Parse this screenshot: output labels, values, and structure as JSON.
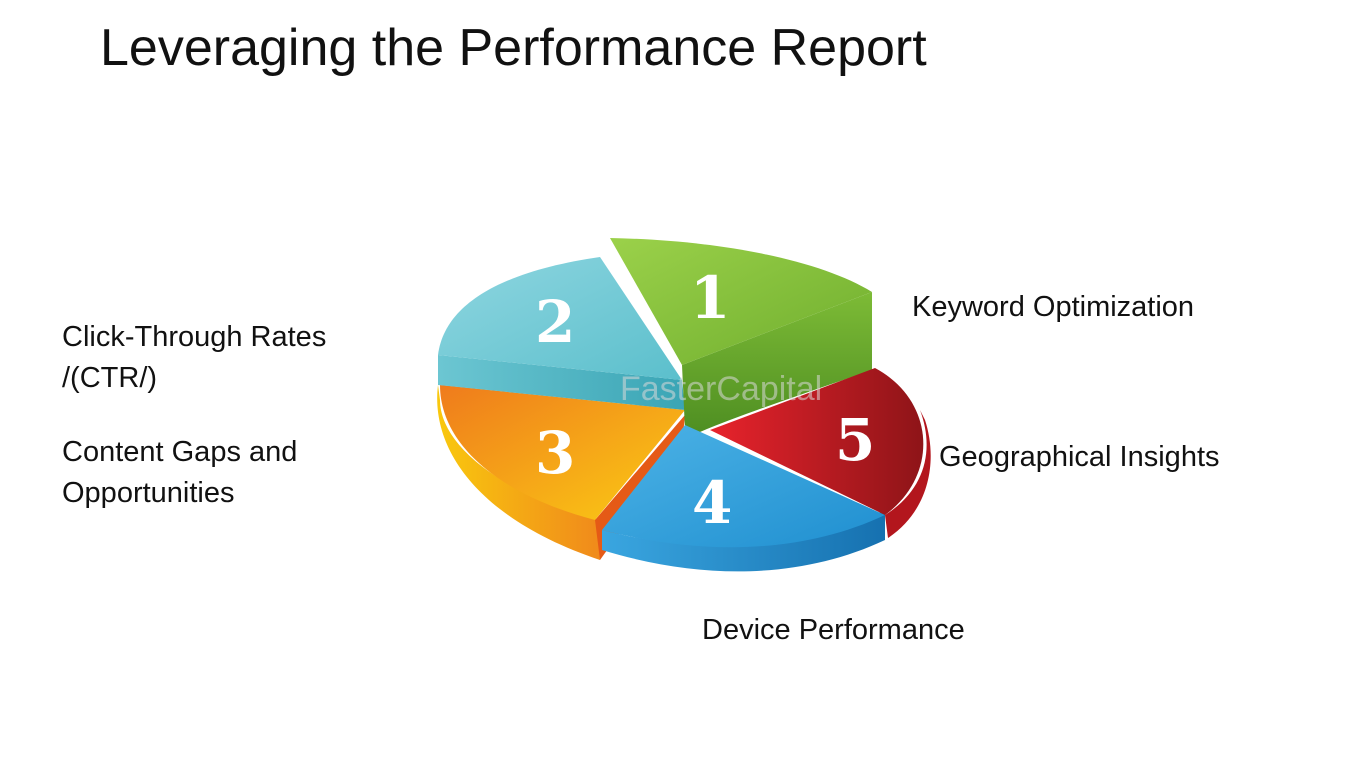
{
  "title": "Leveraging the Performance Report",
  "watermark": "FasterCapital",
  "labels": {
    "ctr": [
      "Click-Through Rates",
      "/(CTR/)"
    ],
    "gaps": [
      "Content Gaps and",
      "Opportunities"
    ],
    "keyword": "Keyword Optimization",
    "geo": "Geographical Insights",
    "device": "Device Performance"
  },
  "slices": [
    {
      "number": "1",
      "label": "Keyword Optimization",
      "color": "#8cc63f"
    },
    {
      "number": "2",
      "label": "Click-Through Rates /(CTR/)",
      "color": "#7ecfd9"
    },
    {
      "number": "3",
      "label": "Content Gaps and Opportunities",
      "color": "#f7a81b"
    },
    {
      "number": "4",
      "label": "Device Performance",
      "color": "#2e9fdc"
    },
    {
      "number": "5",
      "label": "Geographical Insights",
      "color": "#c8202a"
    }
  ]
}
